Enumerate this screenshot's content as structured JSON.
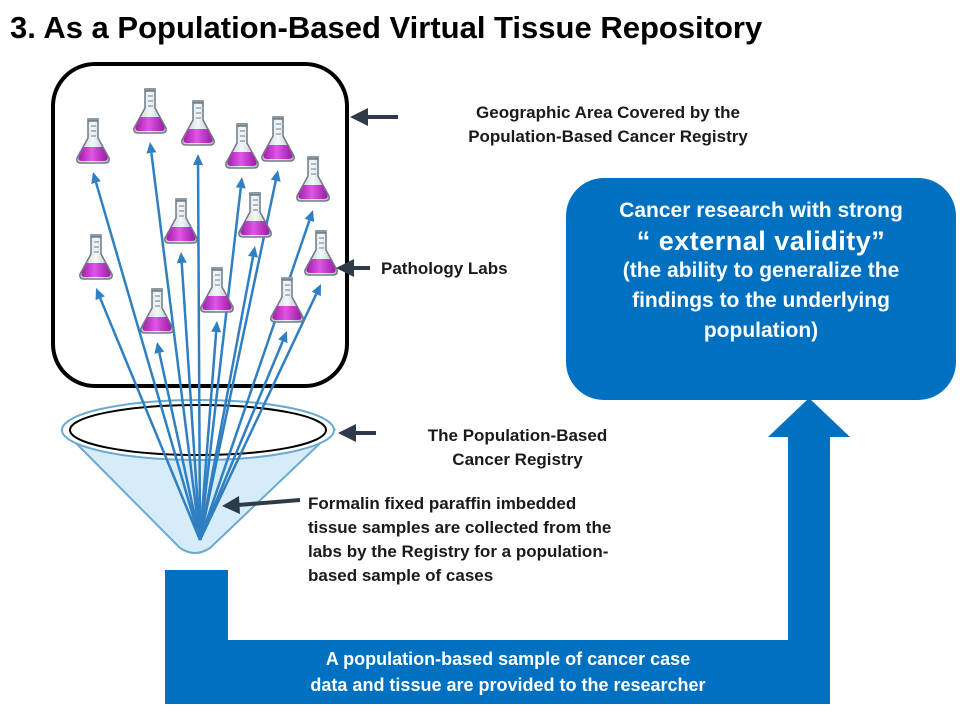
{
  "title": "3. As a Population-Based Virtual Tissue Repository",
  "labels": {
    "geographic_line1": "Geographic Area Covered by the",
    "geographic_line2": "Population-Based Cancer Registry",
    "pathology_labs": "Pathology Labs",
    "registry_line1": "The Population-Based",
    "registry_line2": "Cancer Registry",
    "ffpe_line1": "Formalin fixed paraffin imbedded",
    "ffpe_line2": "tissue samples are collected from the",
    "ffpe_line3": "labs by the Registry for a population-",
    "ffpe_line4": "based sample of cases"
  },
  "research_box": {
    "line1": "Cancer research with strong",
    "line2": "“ external validity”",
    "line3": "(the ability to generalize the",
    "line4": "findings to the underlying",
    "line5": "population)"
  },
  "bottom_bar": {
    "line1": "A population-based sample of cancer case",
    "line2": "data and tissue are provided to the researcher"
  },
  "colors": {
    "accent_blue": "#0070c0",
    "arrow_blue": "#2f7fc1",
    "funnel_fill": "#d7ecf9",
    "flask_liquid": "#cc33cc",
    "pointer_dark": "#2d3a48"
  }
}
